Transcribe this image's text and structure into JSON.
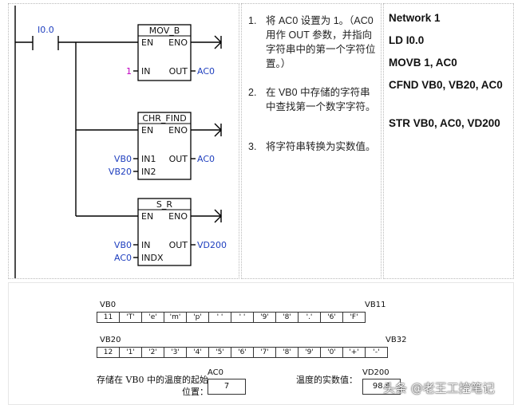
{
  "ladder": {
    "contact": "I0.0",
    "boxes": [
      {
        "title": "MOV_B",
        "en": "EN",
        "eno": "ENO",
        "in1_label": "IN",
        "in1_value": "1",
        "out_label": "OUT",
        "out_value": "AC0"
      },
      {
        "title": "CHR_FIND",
        "en": "EN",
        "eno": "ENO",
        "in1_label": "IN1",
        "in1_value": "VB0",
        "in2_label": "IN2",
        "in2_value": "VB20",
        "out_label": "OUT",
        "out_value": "AC0"
      },
      {
        "title": "S_R",
        "en": "EN",
        "eno": "ENO",
        "in1_label": "IN",
        "in1_value": "VB0",
        "in2_label": "INDX",
        "in2_value": "AC0",
        "out_label": "OUT",
        "out_value": "VD200"
      }
    ]
  },
  "steps": [
    {
      "num": "1.",
      "text": "将 AC0 设置为 1。（AC0 用作 OUT 参数，并指向字符串中的第一个字符位置。）"
    },
    {
      "num": "2.",
      "text": "在 VB0 中存储的字符串中查找第一个数字字符。"
    },
    {
      "num": "3.",
      "text": "将字符串转换为实数值。"
    }
  ],
  "stl": [
    "Network 1",
    "LD I0.0",
    "MOVB 1, AC0",
    "CFND VB0, VB20, AC0",
    "STR VB0, AC0, VD200"
  ],
  "memory": {
    "row1": {
      "start_label": "VB0",
      "end_label": "VB11",
      "cells": [
        "11",
        "'T'",
        "'e'",
        "'m'",
        "'p'",
        "' '",
        "' '",
        "'9'",
        "'8'",
        "'.'",
        "'6'",
        "'F'"
      ]
    },
    "row2": {
      "start_label": "VB20",
      "end_label": "VB32",
      "cells": [
        "12",
        "'1'",
        "'2'",
        "'3'",
        "'4'",
        "'5'",
        "'6'",
        "'7'",
        "'8'",
        "'9'",
        "'0'",
        "'+'",
        "'-'"
      ]
    },
    "note1": "存储在 VB0 中的温度的起始位置：",
    "ac0_label": "AC0",
    "ac0_value": "7",
    "note2": "温度的实数值：",
    "vd200_label": "VD200",
    "vd200_value": "98.6"
  },
  "watermark": "头条 @老王工控笔记"
}
